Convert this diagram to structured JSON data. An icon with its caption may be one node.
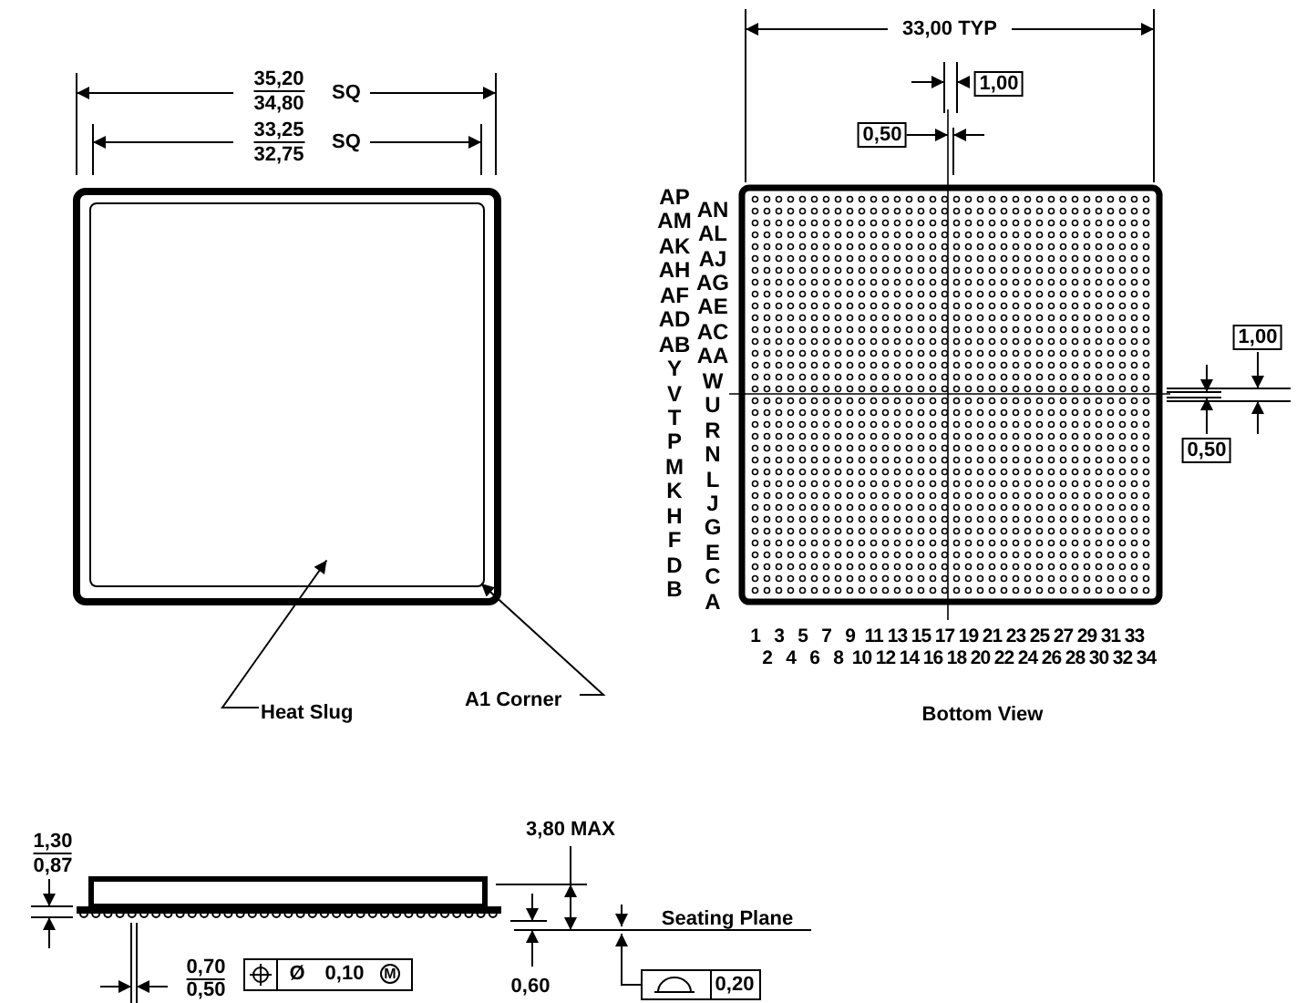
{
  "diagram": {
    "nodes": [
      {
        "text": [],
        "shape": "box"
      },
      {
        "text": [],
        "shape": "box",
        "in": 0
      },
      {
        "text": [
          "Heat Slug"
        ]
      },
      {
        "text": [
          "A1 Corner"
        ]
      }
    ],
    "edges": [
      {
        "from": 2,
        "to": 1,
        "arrow": "to"
      },
      {
        "from": 3,
        "to": 1,
        "arrow": "to"
      }
    ],
    "labels": [
      "35,20",
      "34,80",
      "SQ",
      "33,25",
      "32,75",
      "SQ",
      "33,00 TYP",
      "1,00",
      "0,50",
      "AP",
      "AN",
      "AM",
      "AL",
      "AK",
      "AJ",
      "AH",
      "AG",
      "AF",
      "AE",
      "AD",
      "AC",
      "AB",
      "AA",
      "Y",
      "W",
      "V",
      "U",
      "T",
      "R",
      "P",
      "N",
      "M",
      "L",
      "K",
      "J",
      "H",
      "G",
      "F",
      "E",
      "D",
      "C",
      "B",
      "A",
      "1",
      "3",
      "5",
      "7",
      "9",
      "11",
      "13",
      "15",
      "17",
      "19",
      "21",
      "23",
      "25",
      "27",
      "29",
      "31",
      "33",
      "2",
      "4",
      "6",
      "8",
      "10",
      "12",
      "14",
      "16",
      "18",
      "20",
      "22",
      "24",
      "26",
      "28",
      "30",
      "32",
      "34",
      "Bottom View",
      "1,00",
      "0,50",
      "1,30",
      "0,87",
      "3,80 MAX",
      "Seating Plane",
      "0,70",
      "0,50",
      "Ø",
      "0,10",
      "M",
      "0,60",
      "0,20"
    ]
  }
}
